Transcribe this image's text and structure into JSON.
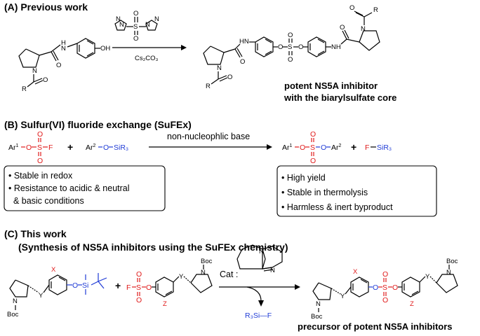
{
  "panel_a": {
    "title": "(A) Previous work",
    "reagent": "Cs₂CO₃",
    "product_line1": "potent NS5A inhibitor",
    "product_line2": "with the biarylsulfate core",
    "atoms": {
      "N": "N",
      "H": "H",
      "O": "O",
      "R": "R",
      "S": "S",
      "HN": "HN",
      "NH": "NH",
      "OH": "OH"
    }
  },
  "panel_b": {
    "title": "(B) Sulfur(VI) fluoride exchange (SuFEx)",
    "arrow_label": "non-nucleophlic base",
    "reactant1": {
      "ar": "Ar",
      "sup": "1",
      "o": "O",
      "s": "S",
      "f": "F"
    },
    "plus": "+",
    "reactant2": {
      "ar": "Ar",
      "sup": "2",
      "o": "O",
      "si": "SiR₃"
    },
    "product1": {
      "ar1": "Ar",
      "sup1": "1",
      "o": "O",
      "s": "S",
      "ar2": "Ar",
      "sup2": "2"
    },
    "product2": {
      "f": "F",
      "si": "SiR₃"
    },
    "left_box": [
      "• Stable in redox",
      "• Resistance to acidic & neutral",
      "  & basic conditions"
    ],
    "right_box": [
      "• High yield",
      "• Stable in thermolysis",
      "• Harmless & inert byproduct"
    ]
  },
  "panel_c": {
    "title": "(C) This work",
    "subtitle": "(Synthesis of NS5A inhibitors using the SuFEx chemistry)",
    "cat": "Cat :",
    "byproduct": "R₃Si—F",
    "product_label": "precursor of potent NS5A inhibitors",
    "atoms": {
      "X": "X",
      "Y": "Y",
      "Z": "Z",
      "Boc": "Boc",
      "N": "N",
      "O": "O",
      "Si": "Si",
      "F": "F",
      "S": "S"
    }
  },
  "colors": {
    "red": "#e01a1a",
    "blue": "#1f3bd6"
  }
}
